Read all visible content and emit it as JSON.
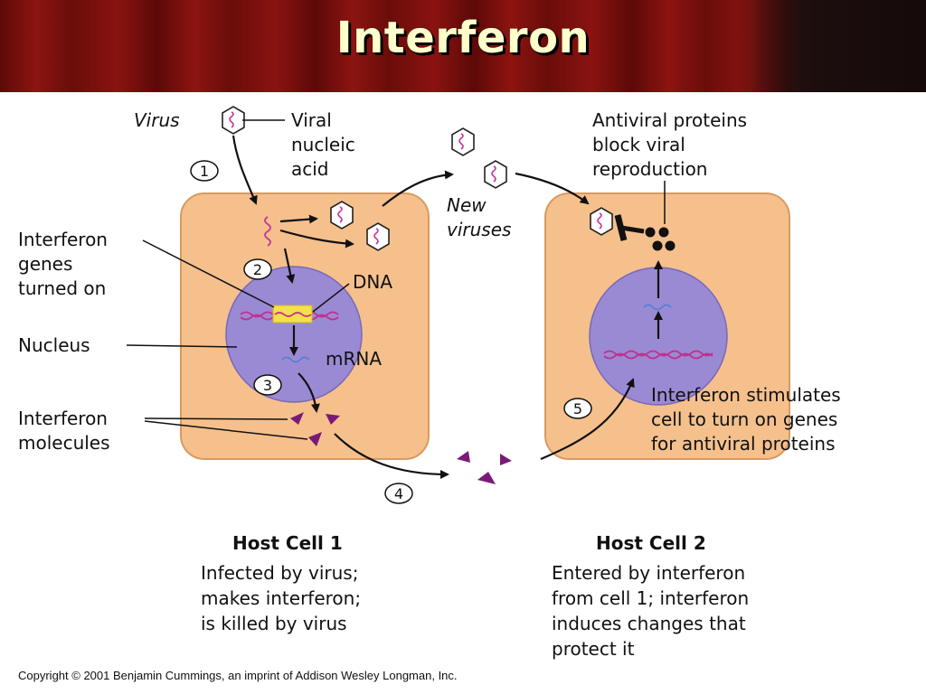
{
  "title": "Interferon",
  "labels": {
    "virus": "Virus",
    "viral_nucleic_acid": [
      "Viral",
      "nucleic",
      "acid"
    ],
    "antiviral_proteins": [
      "Antiviral proteins",
      "block viral",
      "reproduction"
    ],
    "new_viruses": [
      "New",
      "viruses"
    ],
    "interferon_genes": [
      "Interferon",
      "genes",
      "turned on"
    ],
    "dna": "DNA",
    "mrna": "mRNA",
    "nucleus": "Nucleus",
    "interferon_molecules": [
      "Interferon",
      "molecules"
    ],
    "interferon_stimulates": [
      "Interferon stimulates",
      "cell to turn on genes",
      "for antiviral proteins"
    ]
  },
  "steps": [
    "1",
    "2",
    "3",
    "4",
    "5"
  ],
  "host_cell_1": {
    "title": "Host Cell 1",
    "description": [
      "Infected by virus;",
      "makes interferon;",
      "is killed by virus"
    ]
  },
  "host_cell_2": {
    "title": "Host Cell 2",
    "description": [
      "Entered by interferon",
      "from cell 1; interferon",
      "induces changes that",
      "protect it"
    ]
  },
  "copyright": "Copyright © 2001 Benjamin Cummings, an imprint of Addison Wesley Longman, Inc.",
  "colors": {
    "cell": "#f5c08c",
    "cell_stroke": "#d89a62",
    "nucleus": "#9a8ad4",
    "nucleus_stroke": "#7868b8",
    "interferon": "#7a1a78",
    "header": "#7a110d",
    "title": "#ffffcc"
  }
}
